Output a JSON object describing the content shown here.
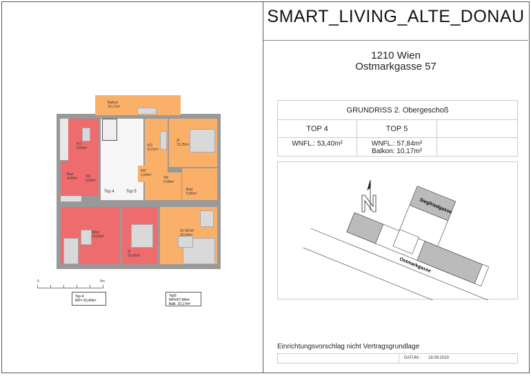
{
  "title": "SMART_LIVING_ALTE_DONAU",
  "address": {
    "line1": "1210 Wien",
    "line2": "Ostmarkgasse 57"
  },
  "table": {
    "heading": "GRUNDRISS 2. Obergeschoß",
    "columns": [
      "TOP 4",
      "TOP 5",
      ""
    ],
    "rows": [
      [
        "WNFL.: 53,40m²",
        "WNFL.: 57,84m²",
        ""
      ],
      [
        "",
        "Balkon: 10,17m²",
        ""
      ]
    ]
  },
  "plan": {
    "rooms": [
      {
        "name": "Balkon",
        "area": "10,17m²"
      },
      {
        "name": "KÜ",
        "area": "9,56m²"
      },
      {
        "name": "Bad",
        "area": "4,65m²"
      },
      {
        "name": "VR",
        "area": "3,96m²"
      },
      {
        "name": "KÜ",
        "area": "8,21m²"
      },
      {
        "name": "ZI",
        "area": "15,25m²"
      },
      {
        "name": "WC",
        "area": "1,50m²"
      },
      {
        "name": "VR",
        "area": "6,58m²"
      },
      {
        "name": "Bad",
        "area": "5,80m²"
      },
      {
        "name": "Wozi",
        "area": "19,81m²"
      },
      {
        "name": "ZI",
        "area": "15,42m²"
      },
      {
        "name": "ZI/ WOZI",
        "area": "20,50m²"
      }
    ],
    "stair_labels": {
      "top4": "Top 4",
      "top5": "Top 5"
    },
    "scale": {
      "start": "0",
      "end": "5m"
    },
    "legend_top4": {
      "line1": "Top 4",
      "line2": "WF= 53,40m²"
    },
    "legend_top5": {
      "line1": "Top5",
      "line2": "WFl=57,84m²",
      "line3": "Balk. 10,17m²"
    },
    "colors": {
      "top4": "#ee6b6e",
      "top5": "#fbb06a"
    }
  },
  "site_map": {
    "street1": "Siegfriedgasse",
    "street2": "Ostmarkgasse"
  },
  "footer": {
    "note": "Einrichtungsvorschlag nicht Vertragsgrundlage",
    "date_label": "DATUM :",
    "date": "18.09.2020"
  }
}
